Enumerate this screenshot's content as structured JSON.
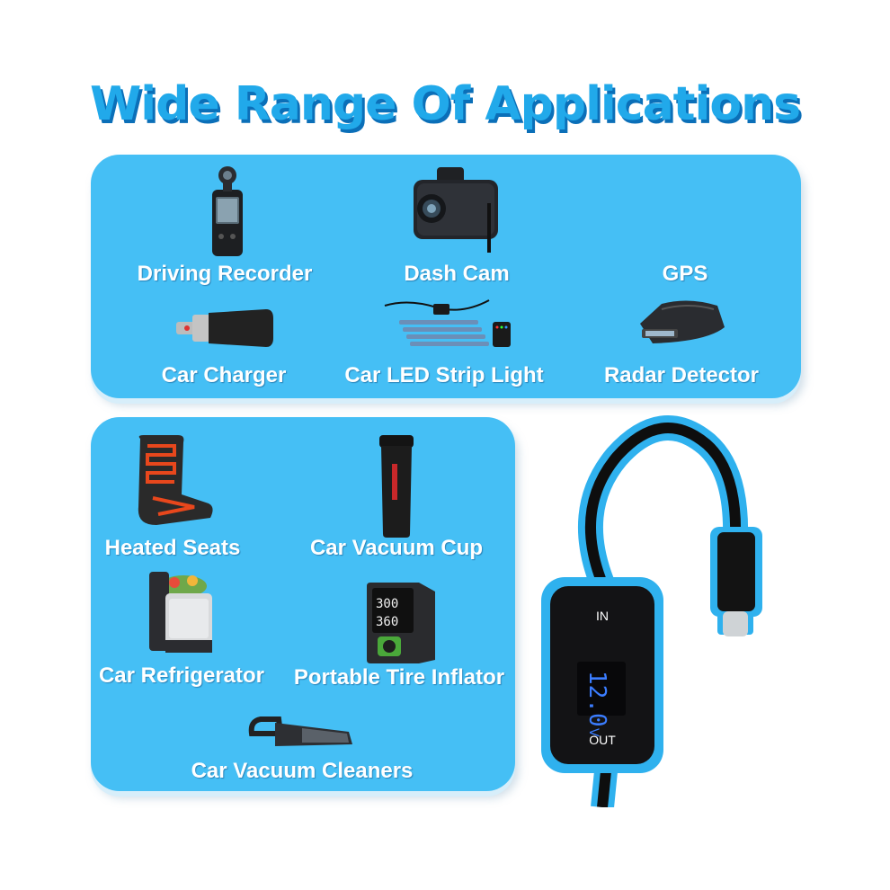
{
  "title": "Wide Range Of Applications",
  "applications": [
    {
      "label": "Driving Recorder",
      "icon": "driving-recorder-icon"
    },
    {
      "label": "Dash Cam",
      "icon": "dash-cam-icon"
    },
    {
      "label": "GPS",
      "icon": "gps-icon"
    },
    {
      "label": "Car Charger",
      "icon": "car-charger-icon"
    },
    {
      "label": "Car LED Strip Light",
      "icon": "led-strip-icon"
    },
    {
      "label": "Radar Detector",
      "icon": "radar-detector-icon"
    },
    {
      "label": "Heated Seats",
      "icon": "heated-seat-icon"
    },
    {
      "label": "Car Vacuum Cup",
      "icon": "vacuum-cup-icon"
    },
    {
      "label": "Car Refrigerator",
      "icon": "car-refrigerator-icon"
    },
    {
      "label": "Portable Tire Inflator",
      "icon": "tire-inflator-icon"
    },
    {
      "label": "Car Vacuum Cleaners",
      "icon": "vacuum-cleaner-icon"
    }
  ],
  "device": {
    "in_label": "IN",
    "out_label": "OUT",
    "display_value": "12.0",
    "display_unit": "V"
  },
  "colors": {
    "title": "#21a9ea",
    "title_shadow": "#0b6fb8",
    "panel": "#45bff5",
    "device_glow": "#2fb1ee",
    "display": "#3b7dff"
  }
}
